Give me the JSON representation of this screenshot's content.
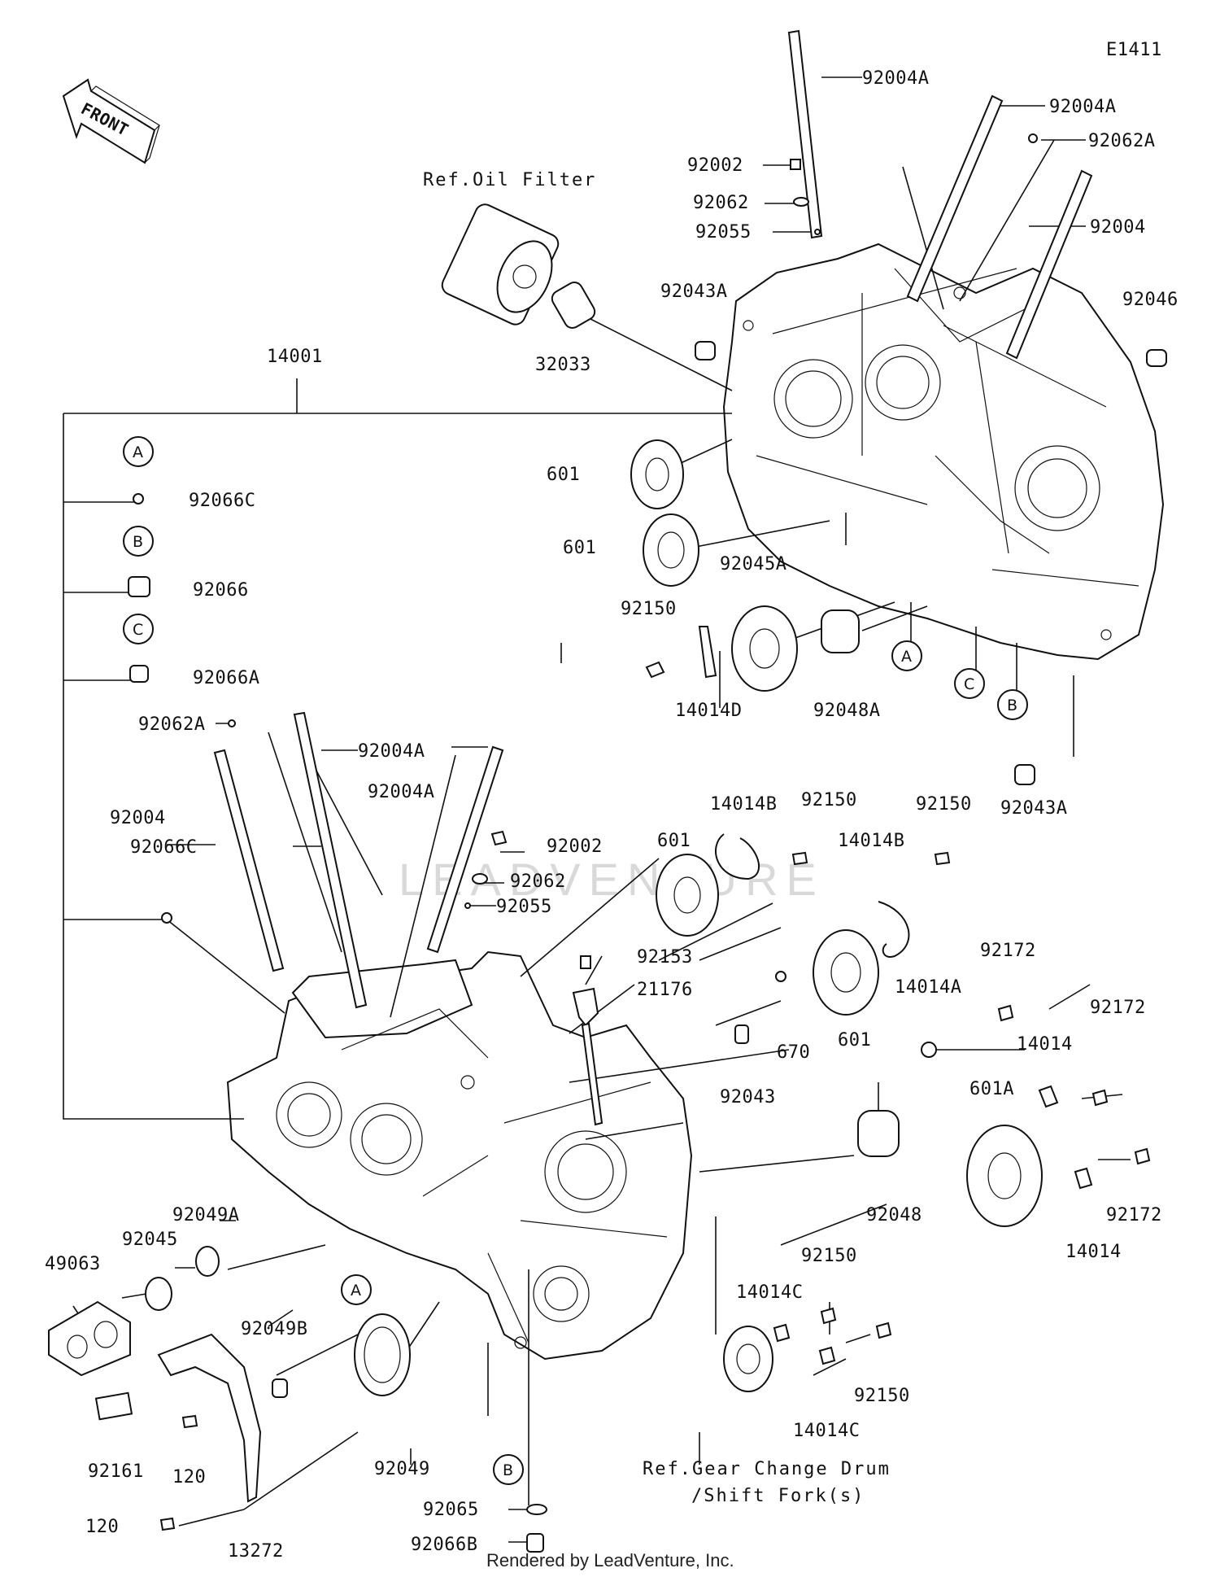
{
  "diagram_id": "E1411",
  "front_arrow_label": "FRONT",
  "watermark_text": "LEADVENTURE",
  "footer": "Rendered by LeadVenture, Inc.",
  "references": {
    "oil_filter": "Ref.Oil Filter",
    "gear_change_line1": "Ref.Gear Change Drum",
    "gear_change_line2": "/Shift Fork(s)"
  },
  "callouts": [
    "A",
    "B",
    "C"
  ],
  "parts": {
    "p92004A_top": "92004A",
    "p92004A_top2": "92004A",
    "p92062A_top": "92062A",
    "p92004_top": "92004",
    "p92002_top": "92002",
    "p92062_top": "92062",
    "p92055_top": "92055",
    "p92043A_top": "92043A",
    "p92046": "92046",
    "p32033": "32033",
    "p14001": "14001",
    "p601_a": "601",
    "p601_b": "601",
    "p92045A": "92045A",
    "p92150_a": "92150",
    "p14014D": "14014D",
    "p92048A": "92048A",
    "p92043A_right": "92043A",
    "p92066C_top": "92066C",
    "p92066": "92066",
    "p92066A": "92066A",
    "p92062A_low": "92062A",
    "p92004A_low1": "92004A",
    "p92004A_low2": "92004A",
    "p92004_low": "92004",
    "p92066C_low": "92066C",
    "p92002_low": "92002",
    "p92062_low": "92062",
    "p92055_low": "92055",
    "p601_c": "601",
    "p14014B_a": "14014B",
    "p92150_b": "92150",
    "p14014B_b": "14014B",
    "p92150_c": "92150",
    "p92153": "92153",
    "p21176": "21176",
    "p670": "670",
    "p601_d": "601",
    "p92043": "92043",
    "p92172_a": "92172",
    "p14014A": "14014A",
    "p92172_b": "92172",
    "p14014_a": "14014",
    "p601A": "601A",
    "p92048": "92048",
    "p92172_c": "92172",
    "p14014_b": "14014",
    "p49063": "49063",
    "p92045": "92045",
    "p92049A": "92049A",
    "p92049B": "92049B",
    "p92161": "92161",
    "p120_a": "120",
    "p120_b": "120",
    "p13272": "13272",
    "p92049": "92049",
    "p92065": "92065",
    "p92066B": "92066B",
    "p92150_d": "92150",
    "p14014C_a": "14014C",
    "p92150_e": "92150",
    "p14014C_b": "14014C"
  }
}
